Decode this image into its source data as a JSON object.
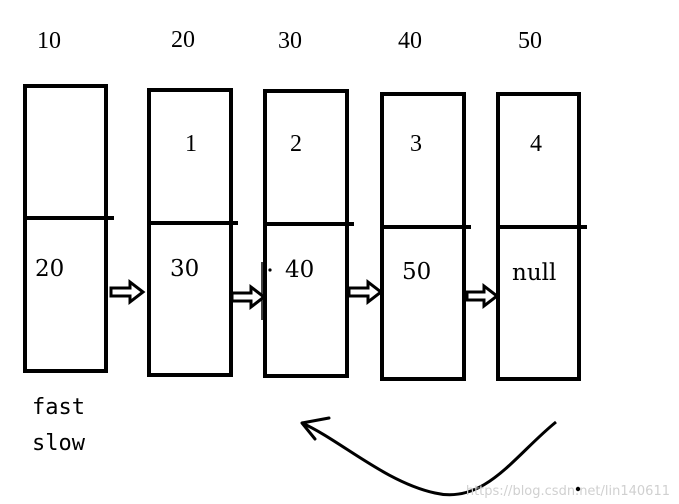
{
  "nodes": [
    {
      "address": "10",
      "value": "",
      "next": "20"
    },
    {
      "address": "20",
      "value": "1",
      "next": "30"
    },
    {
      "address": "30",
      "value": "2",
      "next": "40"
    },
    {
      "address": "40",
      "value": "3",
      "next": "50"
    },
    {
      "address": "50",
      "value": "4",
      "next": "null"
    }
  ],
  "labels": {
    "fast": "fast",
    "slow": "slow"
  },
  "watermark": "https://blog.csdn.net/lin140611"
}
